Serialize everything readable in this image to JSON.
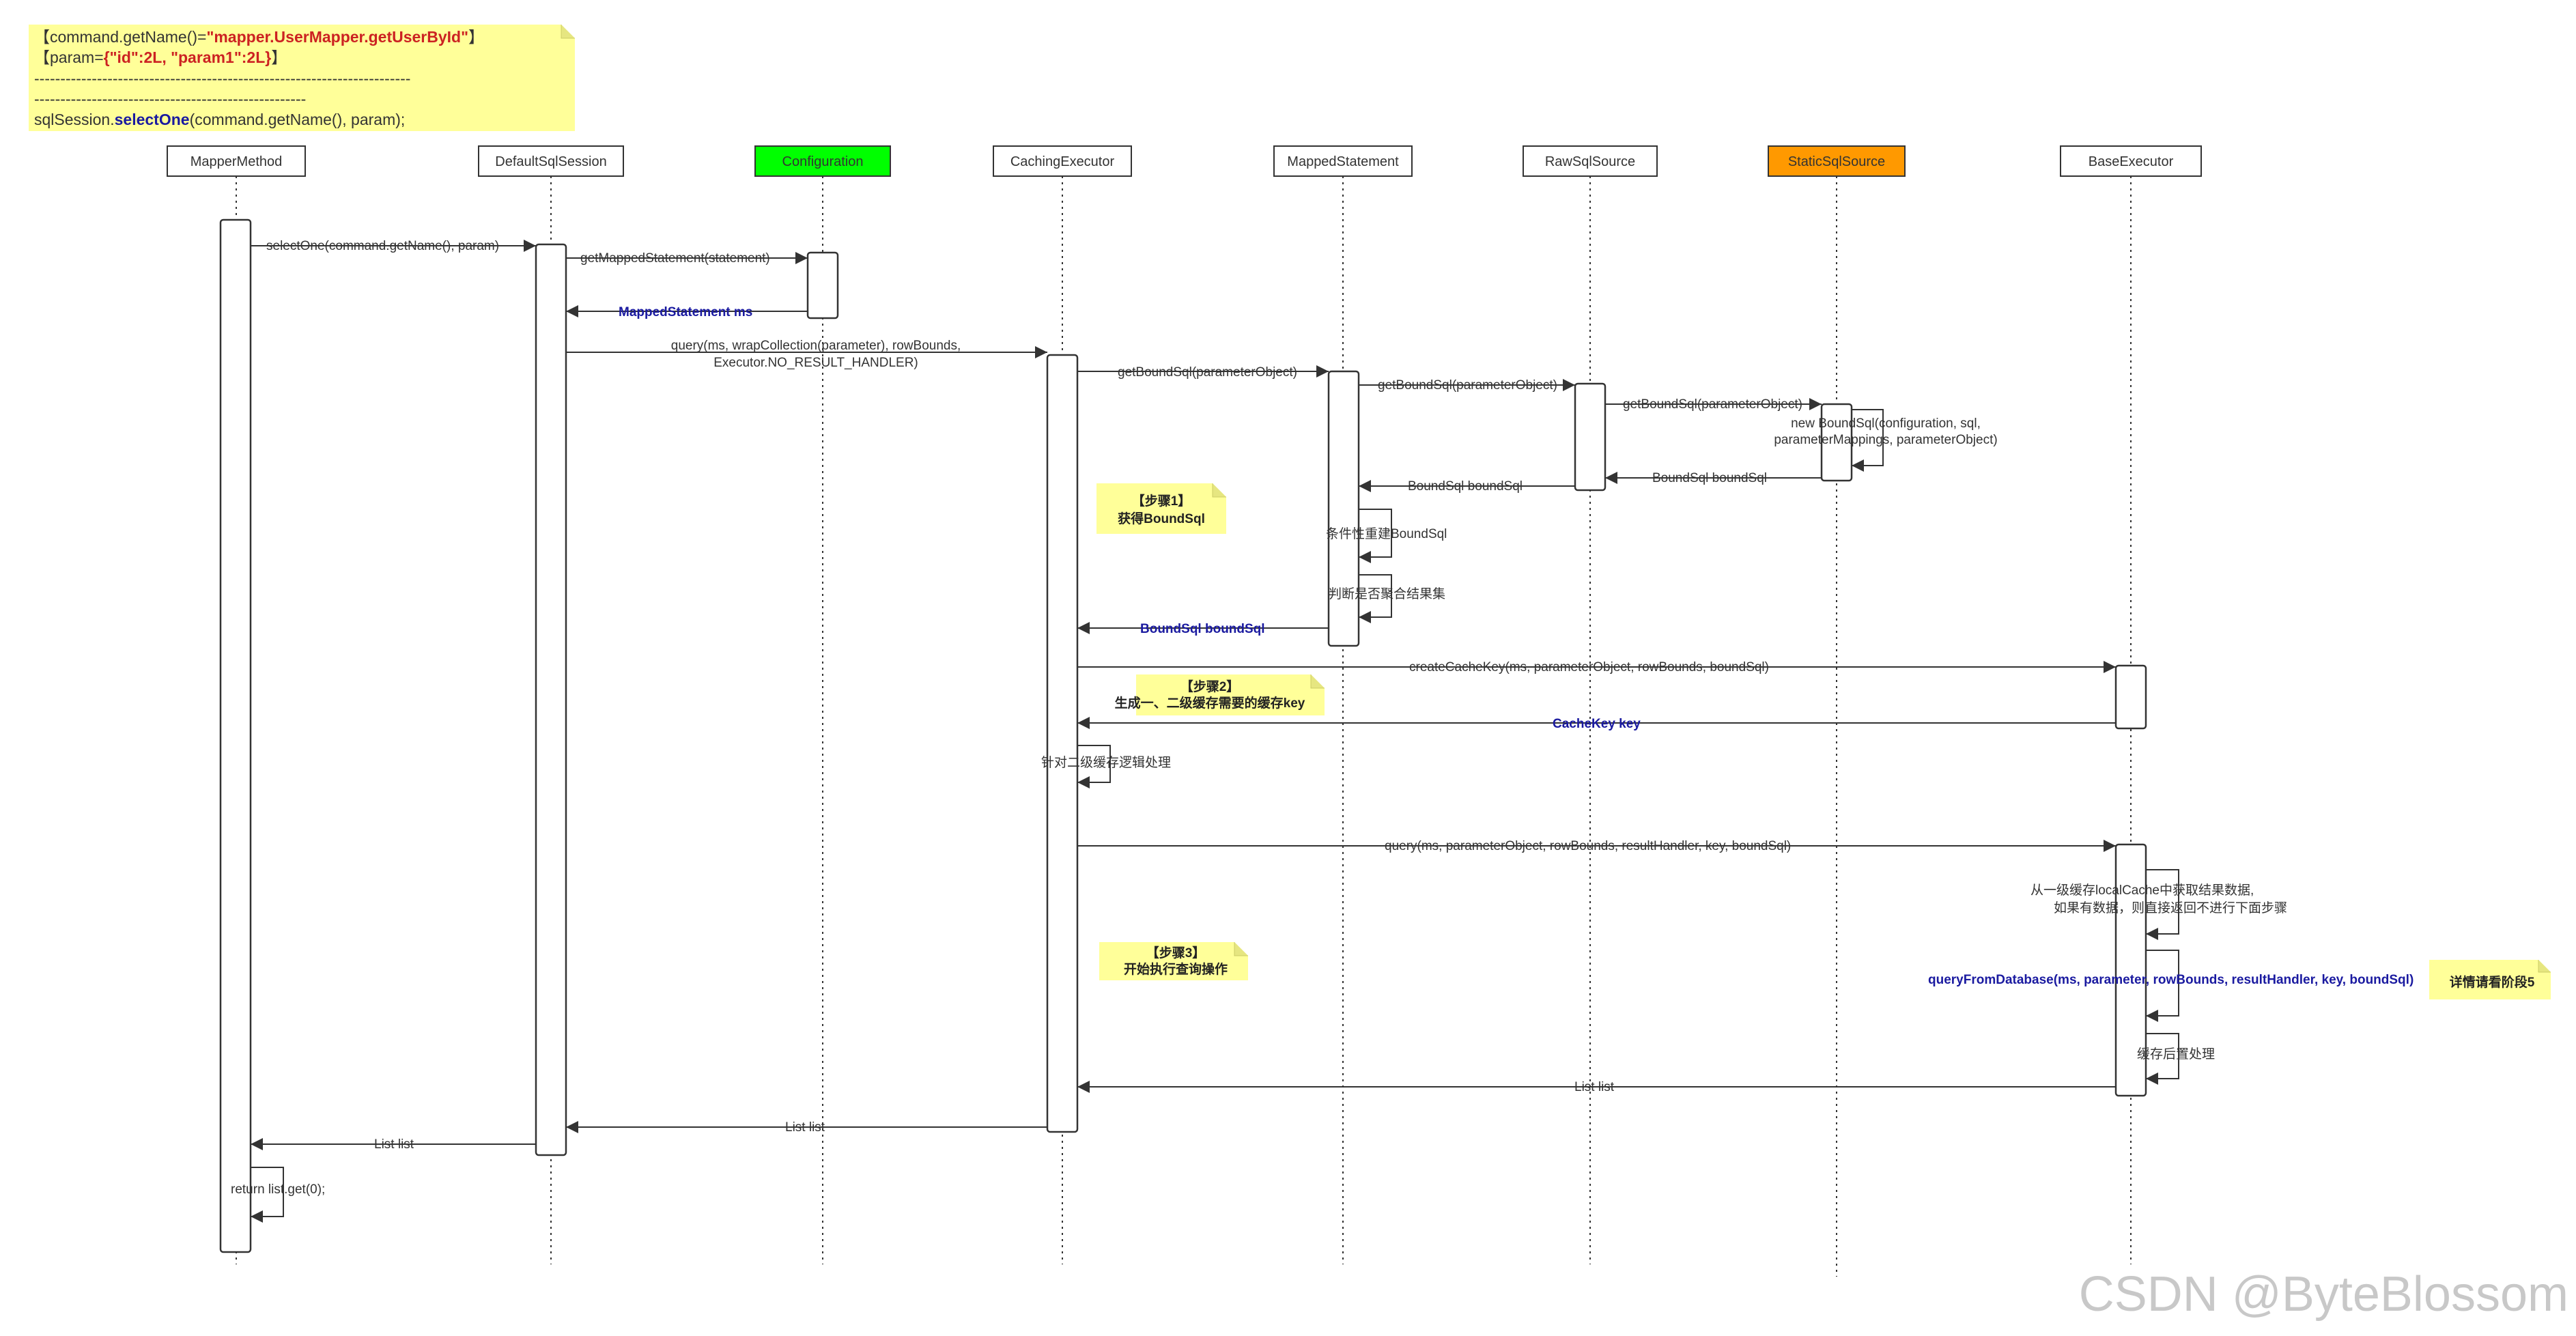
{
  "note_top": {
    "line1_a": "【command.getName()=",
    "line1_b": "\"mapper.UserMapper.getUserById\"",
    "line1_c": "】",
    "line2_a": "【param=",
    "line2_b": "{\"id\":2L, \"param1\":2L}",
    "line2_c": "】",
    "line3": "------------------------------------------------------------------------",
    "line4": "----------------------------------------------------",
    "line5_a": "sqlSession.",
    "line5_b": "selectOne",
    "line5_c": "(command.getName(), param);"
  },
  "participants": [
    "MapperMethod",
    "DefaultSqlSession",
    "Configuration",
    "CachingExecutor",
    "MappedStatement",
    "RawSqlSource",
    "StaticSqlSource",
    "BaseExecutor"
  ],
  "colors": {
    "configuration": "#00ff00",
    "static_sql_source": "#ff9900",
    "note_bg": "#ffff99",
    "return_blue": "#1a1aa0",
    "highlight_red": "#cc2222"
  },
  "messages": {
    "m1": "selectOne(command.getName(), param)",
    "m2": "getMappedStatement(statement)",
    "m3": "MappedStatement ms",
    "m4a": "query(ms, wrapCollection(parameter), rowBounds,",
    "m4b": "Executor.NO_RESULT_HANDLER)",
    "m5": "getBoundSql(parameterObject)",
    "m6": "getBoundSql(parameterObject)",
    "m7": "getBoundSql(parameterObject)",
    "m8a": "new BoundSql(configuration, sql,",
    "m8b": "parameterMappings, parameterObject)",
    "m9": "BoundSql boundSql",
    "m10": "BoundSql boundSql",
    "m11": "条件性重建BoundSql",
    "m12": "判断是否聚合结果集",
    "m13": "BoundSql boundSql",
    "m14": "createCacheKey(ms, parameterObject, rowBounds, boundSql)",
    "m15": "CacheKey key",
    "m16": "针对二级缓存逻辑处理",
    "m17": "query(ms, parameterObject, rowBounds, resultHandler, key, boundSql)",
    "m18a": "从一级缓存localCache中获取结果数据,",
    "m18b": "如果有数据，则直接返回不进行下面步骤",
    "m19": "queryFromDatabase(ms, parameter, rowBounds, resultHandler, key, boundSql)",
    "m20": "缓存后置处理",
    "m21": "List list",
    "m22": "List list",
    "m23": "List list",
    "m24": "return list.get(0);"
  },
  "notes": {
    "step1_a": "【步骤1】",
    "step1_b": "获得BoundSql",
    "step2_a": "【步骤2】",
    "step2_b": "生成一、二级缓存需要的缓存key",
    "step3_a": "【步骤3】",
    "step3_b": "开始执行查询操作",
    "detail": "详情请看阶段5"
  },
  "watermark": "CSDN @ByteBlossom"
}
